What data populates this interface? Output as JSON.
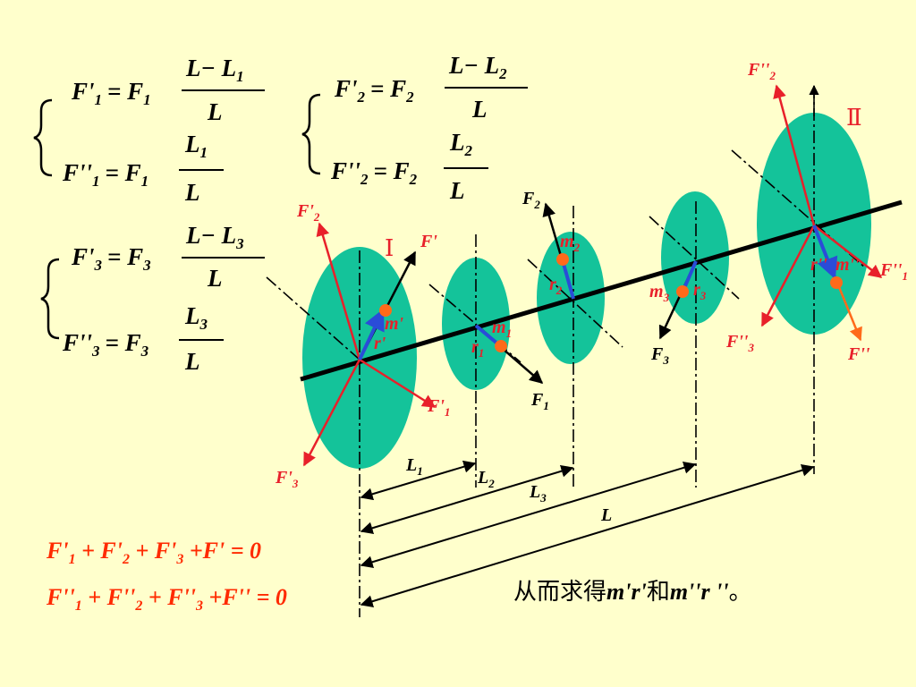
{
  "formulas": {
    "f1p_lhs": "F'",
    "f1p_sub": "1",
    "f1p_eq": "= F",
    "f1p_eq_sub": "1",
    "f1p_num": "L− L",
    "f1p_num_sub": "1",
    "f1p_den": "L",
    "f1pp_lhs": "F''",
    "f1pp_sub": "1",
    "f1pp_eq": "= F",
    "f1pp_eq_sub": "1",
    "f1pp_num": "L",
    "f1pp_num_sub": "1",
    "f1pp_den": "L",
    "f2p_lhs": "F'",
    "f2p_sub": "2",
    "f2p_eq": "= F",
    "f2p_eq_sub": "2",
    "f2p_num": "L− L",
    "f2p_num_sub": "2",
    "f2p_den": "L",
    "f2pp_lhs": "F''",
    "f2pp_sub": "2",
    "f2pp_eq": "= F",
    "f2pp_eq_sub": "2",
    "f2pp_num": "L",
    "f2pp_num_sub": "2",
    "f2pp_den": "L",
    "f3p_lhs": "F'",
    "f3p_sub": "3",
    "f3p_eq": "= F",
    "f3p_eq_sub": "3",
    "f3p_num": "L− L",
    "f3p_num_sub": "3",
    "f3p_den": "L",
    "f3pp_lhs": "F''",
    "f3pp_sub": "3",
    "f3pp_eq": "= F",
    "f3pp_eq_sub": "3",
    "f3pp_num": "L",
    "f3pp_num_sub": "3",
    "f3pp_den": "L"
  },
  "sums": {
    "s1_a": "F'",
    "s1_a_sub": "1",
    "s1_b": " + F'",
    "s1_b_sub": "2",
    "s1_c": " + F'",
    "s1_c_sub": "3",
    "s1_d": " +F' = 0",
    "s2_a": "F''",
    "s2_a_sub": "1",
    "s2_b": " + F''",
    "s2_b_sub": "2",
    "s2_c": " + F''",
    "s2_c_sub": "3",
    "s2_d": " +F'' = 0"
  },
  "conclusion": {
    "pre": "从而求得",
    "v1": "m'r'",
    "mid": "和",
    "v2": "m''r ''",
    "post": "。"
  },
  "labels": {
    "plane1": "Ⅰ",
    "plane2": "Ⅱ",
    "F_p2_left": "F'",
    "F_p2_left_sub": "2",
    "F_p": "F'",
    "m_p": "m'",
    "r_p": "r'",
    "F_p1": "F'",
    "F_p1_sub": "1",
    "F_p3": "F'",
    "F_p3_sub": "3",
    "m1": "m",
    "m1_sub": "1",
    "r1": "r",
    "r1_sub": "1",
    "F1": "F",
    "F1_sub": "1",
    "F2": "F",
    "F2_sub": "2",
    "m2": "m",
    "m2_sub": "2",
    "r2": "r",
    "r2_sub": "2",
    "m3": "m",
    "m3_sub": "3",
    "r3": "r",
    "r3_sub": "3",
    "F3": "F",
    "F3_sub": "3",
    "F_pp2": "F''",
    "F_pp2_sub": "2",
    "F_pp1": "F''",
    "F_pp1_sub": "1",
    "F_pp3": "F''",
    "F_pp3_sub": "3",
    "F_pp": "F''",
    "m_pp": "m''",
    "r_pp": "r''",
    "L1": "L",
    "L1_sub": "1",
    "L2": "L",
    "L2_sub": "2",
    "L3": "L",
    "L3_sub": "3",
    "L": "L"
  },
  "colors": {
    "background": "#ffffcc",
    "disc": "#14c39a",
    "force_red": "#e8202a",
    "force_orange": "#ff6a1a",
    "radius_blue": "#2a4cd8",
    "text_red": "#ff2a00",
    "mass_dot": "#ff6a1a"
  }
}
